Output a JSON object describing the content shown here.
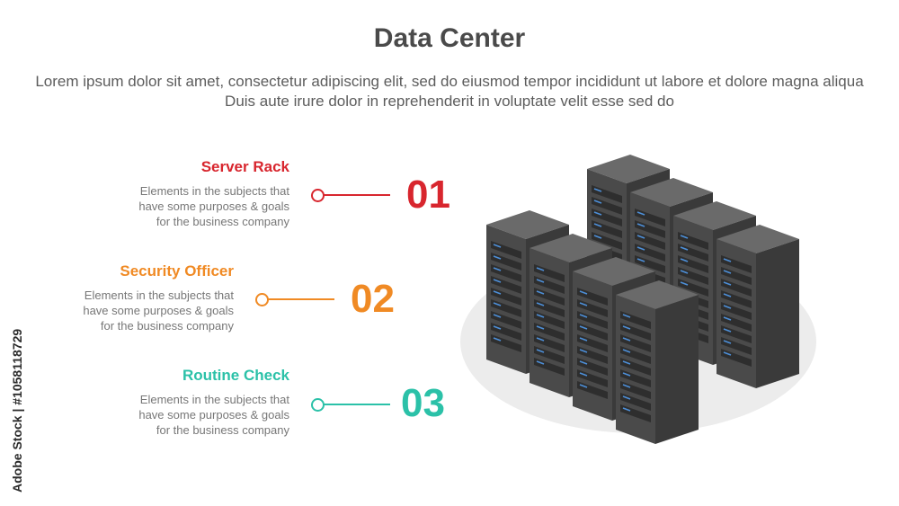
{
  "header": {
    "title": "Data Center",
    "subtitle": "Lorem ipsum dolor sit amet, consectetur adipiscing elit, sed do eiusmod tempor incididunt ut labore et dolore magna aliqua Duis aute irure dolor in reprehenderit in voluptate velit esse sed do"
  },
  "items": [
    {
      "title": "Server Rack",
      "description": "Elements in the subjects that\nhave  some purposes & goals\nfor the  business company",
      "number": "01",
      "color": "#d8262e"
    },
    {
      "title": "Security Officer",
      "description": "Elements in the subjects that\nhave  some purposes & goals\nfor the  business company",
      "number": "02",
      "color": "#f08a24"
    },
    {
      "title": "Routine Check",
      "description": "Elements in the subjects that\nhave  some purposes & goals\nfor the  business company",
      "number": "03",
      "color": "#2bc1a8"
    }
  ],
  "side_credit": "Adobe Stock | #1058118729",
  "illustration": {
    "icon": "server-racks-icon",
    "rack_colors": {
      "top": "#6a6a6a",
      "left": "#4a4a4a",
      "right": "#3a3a3a",
      "light": "#4d8fd8",
      "floor": "#ececec"
    }
  }
}
